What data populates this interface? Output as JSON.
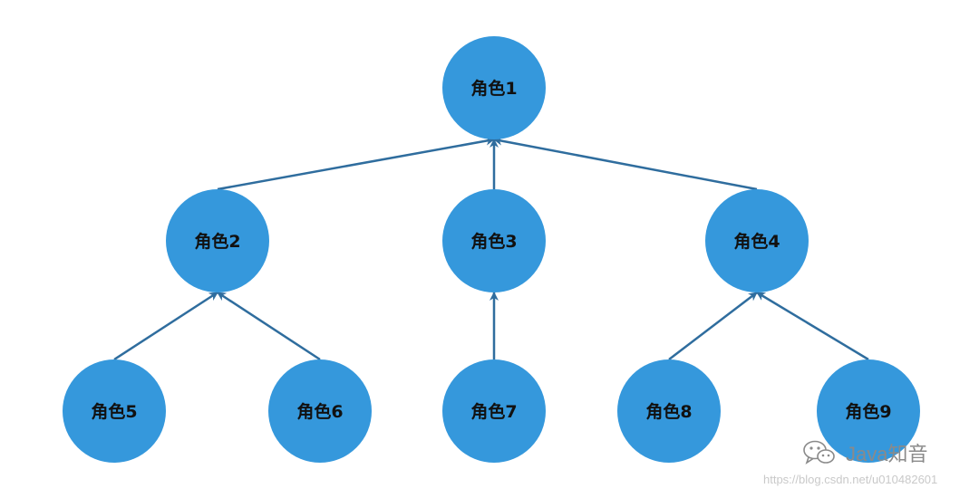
{
  "colors": {
    "node_fill": "#3598dc",
    "edge": "#2f6d9e",
    "label": "#111111"
  },
  "diagram": {
    "nodes": [
      {
        "id": "n1",
        "label": "角色1"
      },
      {
        "id": "n2",
        "label": "角色2"
      },
      {
        "id": "n3",
        "label": "角色3"
      },
      {
        "id": "n4",
        "label": "角色4"
      },
      {
        "id": "n5",
        "label": "角色5"
      },
      {
        "id": "n6",
        "label": "角色6"
      },
      {
        "id": "n7",
        "label": "角色7"
      },
      {
        "id": "n8",
        "label": "角色8"
      },
      {
        "id": "n9",
        "label": "角色9"
      }
    ],
    "edges": [
      {
        "from": "n2",
        "to": "n1"
      },
      {
        "from": "n3",
        "to": "n1"
      },
      {
        "from": "n4",
        "to": "n1"
      },
      {
        "from": "n5",
        "to": "n2"
      },
      {
        "from": "n6",
        "to": "n2"
      },
      {
        "from": "n7",
        "to": "n3"
      },
      {
        "from": "n8",
        "to": "n4"
      },
      {
        "from": "n9",
        "to": "n4"
      }
    ]
  },
  "watermark": {
    "icon": "wechat-icon",
    "text": "Java知音",
    "url": "https://blog.csdn.net/u010482601"
  }
}
